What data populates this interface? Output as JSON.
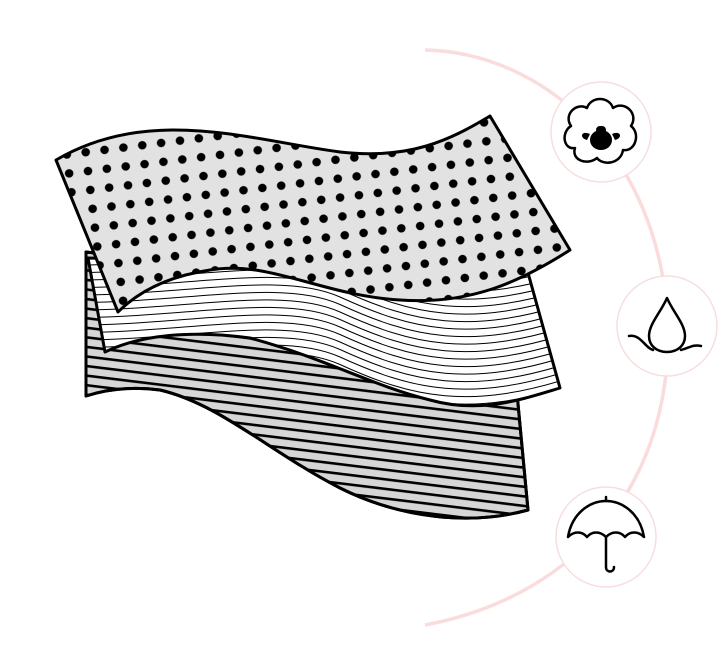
{
  "diagram": {
    "layers": [
      {
        "id": "top",
        "pattern": "dots",
        "fill": "#e2e2e2"
      },
      {
        "id": "middle",
        "pattern": "wavy-lines",
        "fill": "#ffffff"
      },
      {
        "id": "bottom",
        "pattern": "horizontal-stripes",
        "fill": "#d6d6d6"
      }
    ],
    "badges": [
      {
        "icon": "sheep-wool-icon"
      },
      {
        "icon": "water-drop-icon"
      },
      {
        "icon": "umbrella-icon"
      }
    ],
    "colors": {
      "arc": "#fbdcdc",
      "badge_border": "#f7dede",
      "stroke": "#000000",
      "dot_layer_fill": "#e2e2e2",
      "stripe_layer_fill": "#d6d6d6"
    }
  }
}
